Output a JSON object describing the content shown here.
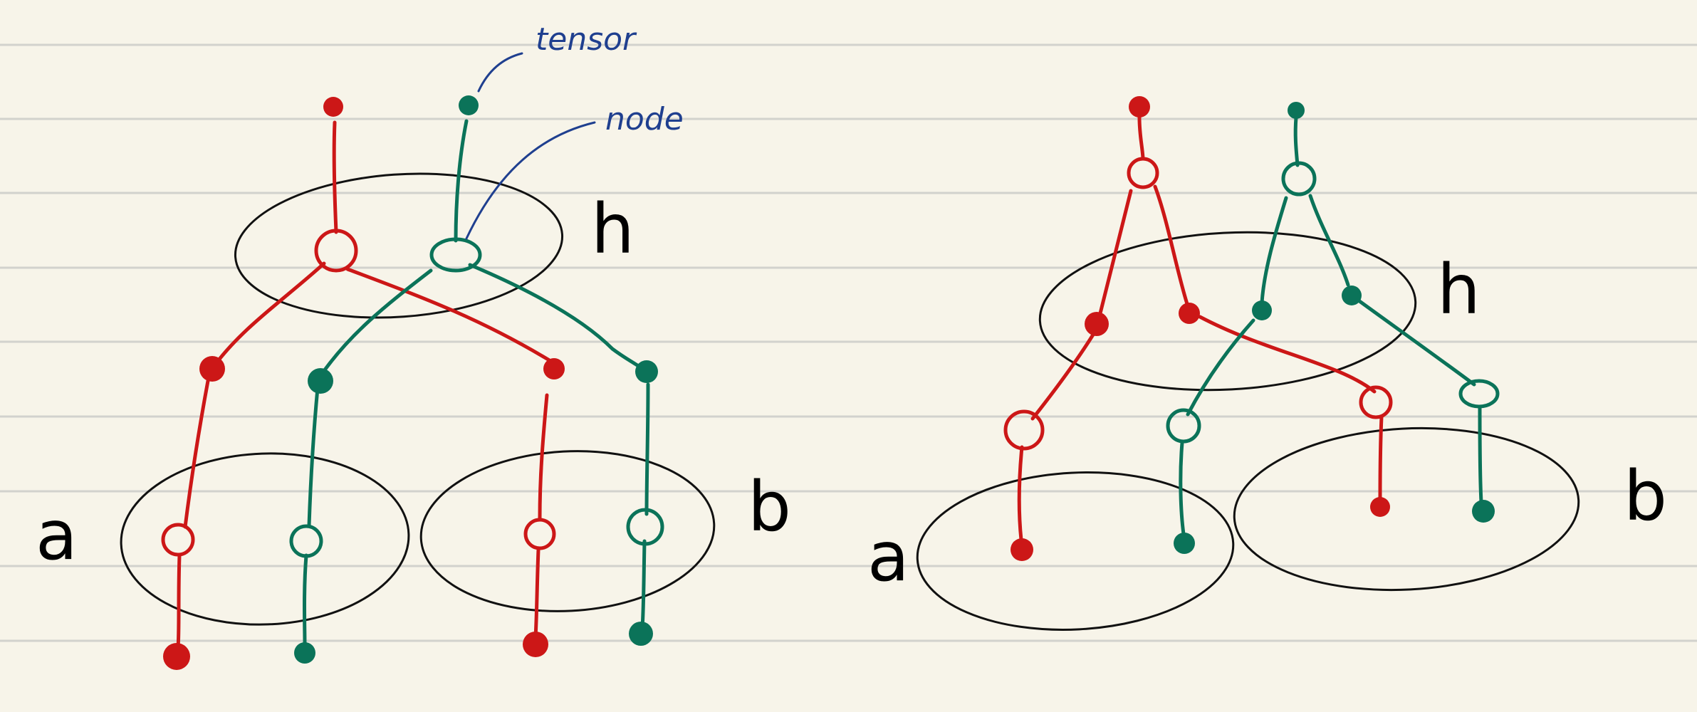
{
  "annotations": {
    "tensor": "tensor",
    "node": "node"
  },
  "labels": {
    "left_h": "h",
    "left_a": "a",
    "left_b": "b",
    "right_h": "h",
    "right_a": "a",
    "right_b": "b"
  },
  "colors": {
    "red": "#cc1717",
    "green": "#0b7359",
    "ink": "#111111",
    "note_blue": "#1f3f8f",
    "paper": "#f7f4e9",
    "rule": "#d2d2cd"
  }
}
